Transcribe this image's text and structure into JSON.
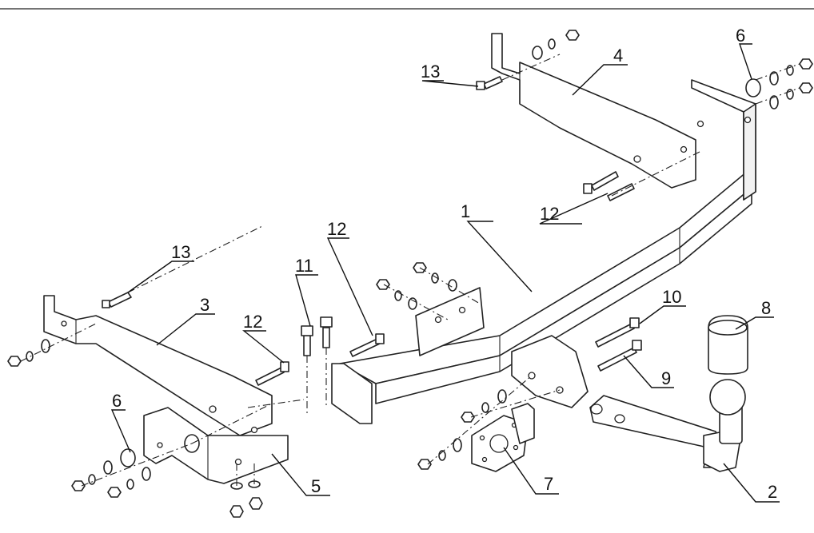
{
  "callouts": [
    {
      "id": "c1",
      "text": "1"
    },
    {
      "id": "c2",
      "text": "2"
    },
    {
      "id": "c3",
      "text": "3"
    },
    {
      "id": "c4",
      "text": "4"
    },
    {
      "id": "c5",
      "text": "5"
    },
    {
      "id": "c6a",
      "text": "6"
    },
    {
      "id": "c6b",
      "text": "6"
    },
    {
      "id": "c7",
      "text": "7"
    },
    {
      "id": "c8",
      "text": "8"
    },
    {
      "id": "c9",
      "text": "9"
    },
    {
      "id": "c10",
      "text": "10"
    },
    {
      "id": "c11",
      "text": "11"
    },
    {
      "id": "c12a",
      "text": "12"
    },
    {
      "id": "c12b",
      "text": "12"
    },
    {
      "id": "c12c",
      "text": "12"
    },
    {
      "id": "c13a",
      "text": "13"
    },
    {
      "id": "c13b",
      "text": "13"
    }
  ]
}
